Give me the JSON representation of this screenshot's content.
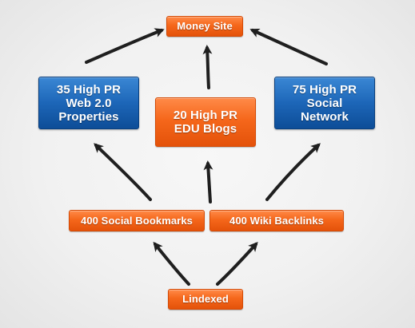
{
  "nodes": {
    "money_site": {
      "label": "Money Site"
    },
    "web20": {
      "lines": [
        "35 High PR",
        "Web 2.0",
        "Properties"
      ]
    },
    "edu": {
      "lines": [
        "20 High PR",
        "EDU Blogs"
      ]
    },
    "social_network": {
      "lines": [
        "75 High PR",
        "Social",
        "Network"
      ]
    },
    "social_bookmarks": {
      "label": "400 Social Bookmarks"
    },
    "wiki_backlinks": {
      "label": "400 Wiki Backlinks"
    },
    "lindexed": {
      "label": "Lindexed"
    }
  },
  "edges": [
    {
      "from": "lindexed",
      "to": "social_bookmarks"
    },
    {
      "from": "lindexed",
      "to": "wiki_backlinks"
    },
    {
      "from": "social_bookmarks",
      "to": "web20"
    },
    {
      "from": "social_bookmarks",
      "to": "edu"
    },
    {
      "from": "wiki_backlinks",
      "to": "social_network"
    },
    {
      "from": "web20",
      "to": "money_site"
    },
    {
      "from": "edu",
      "to": "money_site"
    },
    {
      "from": "social_network",
      "to": "money_site"
    }
  ],
  "colors": {
    "orange_node": "#f5671b",
    "blue_node": "#1d66b8",
    "arrow": "#1f1f1f",
    "node_text": "#ffffff"
  }
}
